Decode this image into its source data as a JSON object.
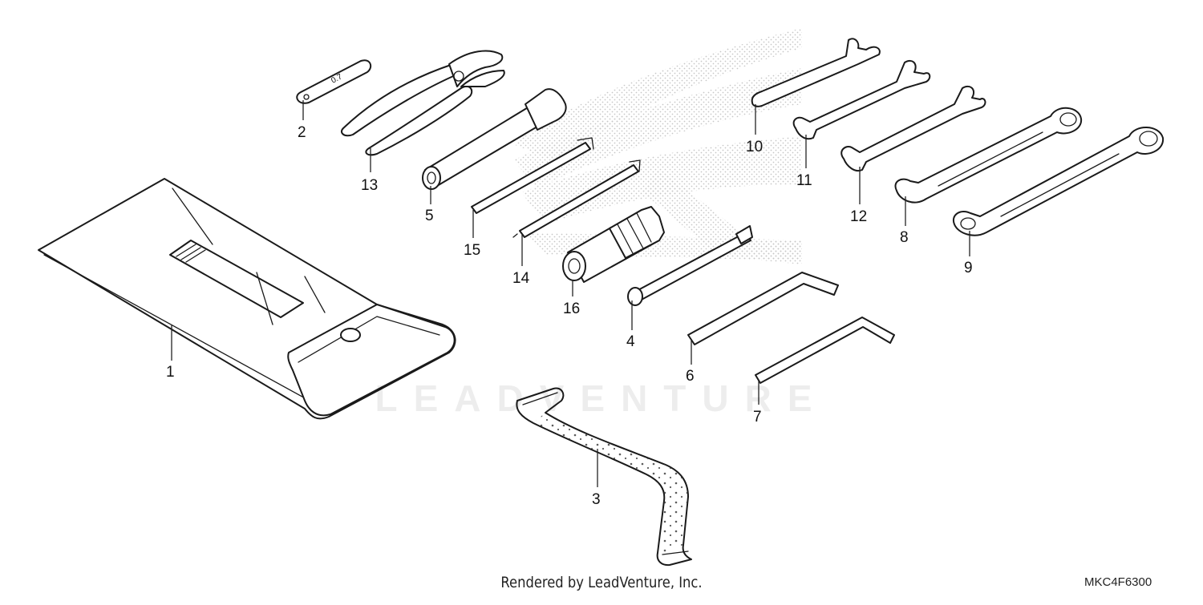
{
  "diagram": {
    "callouts": [
      {
        "id": "c1",
        "label": "1"
      },
      {
        "id": "c2",
        "label": "2"
      },
      {
        "id": "c3",
        "label": "3"
      },
      {
        "id": "c4",
        "label": "4"
      },
      {
        "id": "c5",
        "label": "5"
      },
      {
        "id": "c6",
        "label": "6"
      },
      {
        "id": "c7",
        "label": "7"
      },
      {
        "id": "c8",
        "label": "8"
      },
      {
        "id": "c9",
        "label": "9"
      },
      {
        "id": "c10",
        "label": "10"
      },
      {
        "id": "c11",
        "label": "11"
      },
      {
        "id": "c12",
        "label": "12"
      },
      {
        "id": "c13",
        "label": "13"
      },
      {
        "id": "c14",
        "label": "14"
      },
      {
        "id": "c15",
        "label": "15"
      },
      {
        "id": "c16",
        "label": "16"
      }
    ],
    "key_stamp": "0.7"
  },
  "watermark": "LEADVENTURE",
  "footer": {
    "credit": "Rendered by LeadVenture, Inc.",
    "code": "MKC4F6300"
  }
}
